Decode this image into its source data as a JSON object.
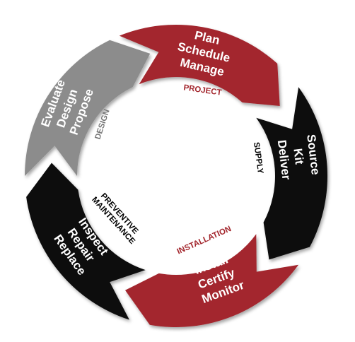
{
  "segments": [
    {
      "id": "project",
      "color": "#a3262d",
      "lines": [
        "Plan",
        "Schedule",
        "Manage"
      ],
      "label": "PROJECT",
      "label_color": "#a3262d"
    },
    {
      "id": "supply",
      "color": "#0d0d0d",
      "lines": [
        "Source",
        "Kit",
        "Deliver"
      ],
      "label": "SUPPLY",
      "label_color": "#000000"
    },
    {
      "id": "installation",
      "color": "#a3262d",
      "lines": [
        "Install",
        "Certify",
        "Monitor"
      ],
      "label": "INSTALLATION",
      "label_color": "#a3262d"
    },
    {
      "id": "preventive-maintenance",
      "color": "#0d0d0d",
      "lines": [
        "Inspect",
        "Repair",
        "Replace"
      ],
      "label_lines": [
        "PREVENTIVE",
        "MAINTENANCE"
      ],
      "label_color": "#000000"
    },
    {
      "id": "design",
      "color": "#8c8c8c",
      "lines": [
        "Evaluate",
        "Design",
        "Propose"
      ],
      "label": "DESIGN",
      "label_color": "#777777"
    }
  ]
}
